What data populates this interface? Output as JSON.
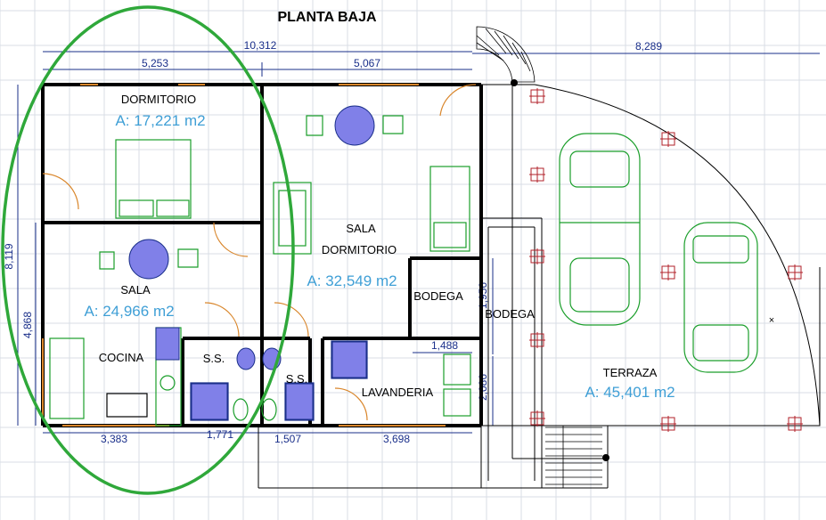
{
  "title": "PLANTA BAJA",
  "dimensions": {
    "top_total": "10,312",
    "top_left": "5,253",
    "top_mid": "5,067",
    "top_right": "8,289",
    "left_total": "8,119",
    "left_lower": "4,868",
    "bottom_1": "3,383",
    "bottom_2": "1,771",
    "bottom_3": "1,507",
    "bottom_4": "3,698",
    "lav_width": "1,488",
    "lav_height": "2,086",
    "bodega_height": "1,956"
  },
  "rooms": {
    "dormitorio_name": "DORMITORIO",
    "dormitorio_area": "A: 17,221 m2",
    "sala_name": "SALA",
    "sala_area": "A: 24,966 m2",
    "cocina_name": "COCINA",
    "ss1_name": "S.S.",
    "ss2_name": "S.S.",
    "sala_dorm_name_1": "SALA",
    "sala_dorm_name_2": "DORMITORIO",
    "sala_dorm_area": "A: 32,549 m2",
    "bodega1_name": "BODEGA",
    "bodega2_name": "BODEGA",
    "lavanderia_name": "LAVANDERIA",
    "terraza_name": "TERRAZA",
    "terraza_area": "A: 45,401 m2"
  },
  "colors": {
    "wall": "#000000",
    "furniture": "#1a9e2a",
    "dimension": "#1a2f8a",
    "area_text": "#3f9fd6",
    "highlight_ellipse": "#2fa83a",
    "column_marker": "#b0202a",
    "door": "#d9862b",
    "table": "#8080e8",
    "grid": "#d8dde6"
  }
}
